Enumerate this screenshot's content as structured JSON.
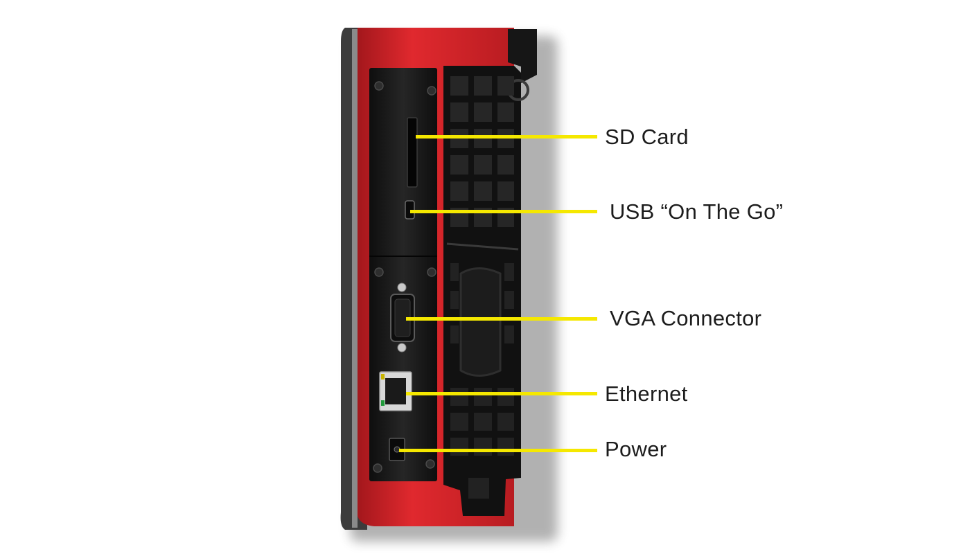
{
  "colors": {
    "callout_line": "#f5e800",
    "device_red": "#d8262b",
    "panel_black": "#161616",
    "label_text": "#1c1c1c"
  },
  "callouts": [
    {
      "id": "sd-card",
      "label": "SD Card"
    },
    {
      "id": "usb-otg",
      "label": "USB “On The Go”"
    },
    {
      "id": "vga",
      "label": "VGA Connector"
    },
    {
      "id": "ethernet",
      "label": "Ethernet"
    },
    {
      "id": "power",
      "label": "Power"
    }
  ]
}
